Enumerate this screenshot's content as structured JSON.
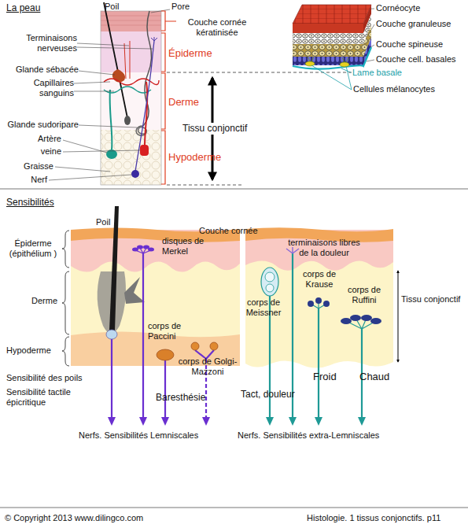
{
  "diagram": {
    "labels": [
      "La peau",
      "Poil",
      "Pore",
      "Couche cornée kératinisée",
      "Terminaisons nerveuses",
      "Épiderme",
      "Glande sébacée",
      "Capillaires sanguins",
      "Derme",
      "Glande sudoripare",
      "Tissu conjonctif",
      "Artère",
      "veine",
      "Hypoderme",
      "Graisse",
      "Nerf",
      "Cornéocyte",
      "Couche granuleuse",
      "Couche spineuse",
      "Couche cell. basales",
      "Lame basale",
      "Cellules mélanocytes",
      "Sensibilités",
      "Poil",
      "Épiderme (épithélium )",
      "disques de Merkel",
      "Couche cornée",
      "terminaisons libres de la douleur",
      "Derme",
      "corps de Meissner",
      "corps de Krause",
      "corps de Ruffini",
      "Tissu conjonctif",
      "corps de Paccini",
      "Hypoderme",
      "corps de Golgi-Mazzoni",
      "Sensibilité des poils",
      "Sensibilité tactile épicritique",
      "Baresthésie",
      "Tact, douleur",
      "Froid",
      "Chaud",
      "Nerfs. Sensibilités Lemniscales",
      "Nerfs. Sensibilités extra-Lemniscales",
      "© Copyright 2013 www.dilingco.com",
      "Histologie. 1 tissus conjonctifs. p11"
    ]
  }
}
